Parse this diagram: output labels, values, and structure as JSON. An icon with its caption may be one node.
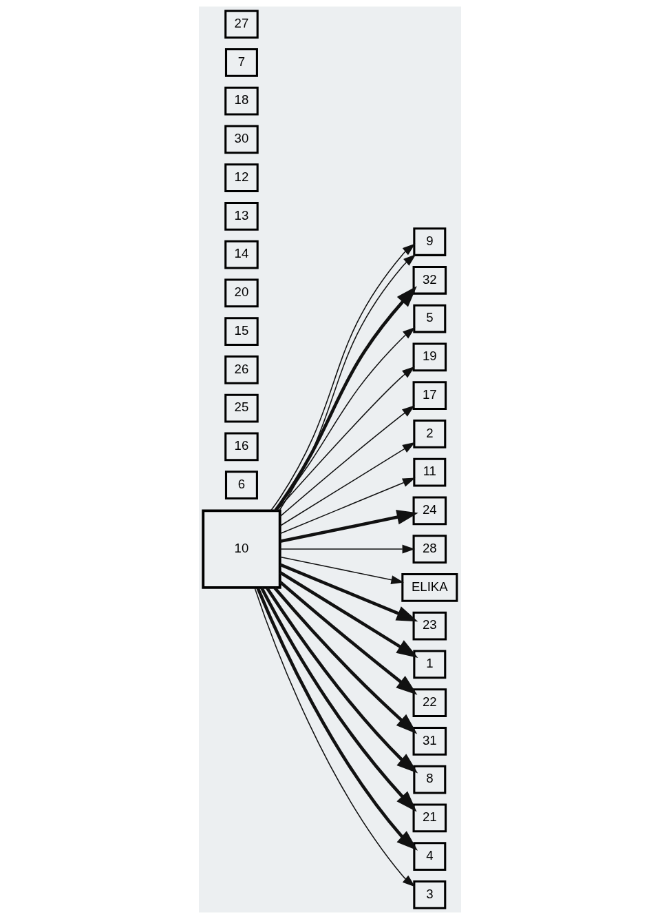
{
  "diagram": {
    "nodes": [
      {
        "text": [
          "9"
        ]
      },
      {
        "text": [
          "32"
        ]
      },
      {
        "text": [
          "6"
        ]
      },
      {
        "text": [
          "16"
        ]
      },
      {
        "text": [
          "25"
        ]
      },
      {
        "text": [
          "26"
        ]
      },
      {
        "text": [
          "15"
        ]
      },
      {
        "text": [
          "20"
        ]
      },
      {
        "text": [
          "14"
        ]
      },
      {
        "text": [
          "5"
        ]
      },
      {
        "text": [
          "13"
        ]
      },
      {
        "text": [
          "19"
        ]
      },
      {
        "text": [
          "12"
        ]
      },
      {
        "text": [
          "30"
        ]
      },
      {
        "text": [
          "18"
        ]
      },
      {
        "text": [
          "17"
        ]
      },
      {
        "text": [
          "7"
        ]
      },
      {
        "text": [
          "2"
        ]
      },
      {
        "text": [
          "27"
        ]
      },
      {
        "text": [
          "11"
        ]
      },
      {
        "text": [
          "24"
        ]
      },
      {
        "text": [
          "28"
        ]
      },
      {
        "text": [
          "ELIKA"
        ]
      },
      {
        "text": [
          "23"
        ]
      },
      {
        "text": [
          "1"
        ]
      },
      {
        "text": [
          "22"
        ]
      },
      {
        "text": [
          "10"
        ]
      },
      {
        "text": [
          "31"
        ]
      },
      {
        "text": [
          "8"
        ]
      },
      {
        "text": [
          "21"
        ]
      },
      {
        "text": [
          "4"
        ]
      },
      {
        "text": [
          "3"
        ]
      }
    ],
    "edges": [
      {
        "from": 26,
        "to": 1,
        "arrow": "to",
        "style": "thick"
      },
      {
        "from": 26,
        "to": 17,
        "arrow": "to"
      },
      {
        "from": 26,
        "to": 19,
        "arrow": "to"
      },
      {
        "from": 26,
        "to": 21,
        "arrow": "to"
      },
      {
        "from": 26,
        "to": 24,
        "arrow": "to",
        "style": "thick"
      },
      {
        "from": 26,
        "to": 22,
        "arrow": "to"
      },
      {
        "from": 26,
        "to": 28,
        "arrow": "to",
        "style": "thick"
      },
      {
        "from": 26,
        "to": 30,
        "arrow": "to",
        "style": "thick"
      },
      {
        "from": 26,
        "to": 31,
        "arrow": "to"
      },
      {
        "from": 26,
        "to": 20,
        "arrow": "to",
        "style": "thick"
      },
      {
        "from": 26,
        "to": 23,
        "arrow": "to",
        "style": "thick"
      },
      {
        "from": 26,
        "to": 25,
        "arrow": "to",
        "style": "thick"
      },
      {
        "from": 26,
        "to": 27,
        "arrow": "to",
        "style": "thick"
      },
      {
        "from": 26,
        "to": 29,
        "arrow": "to",
        "style": "thick"
      },
      {
        "from": 26,
        "to": 15,
        "arrow": "to"
      },
      {
        "from": 26,
        "to": 11,
        "arrow": "to"
      },
      {
        "from": 26,
        "to": 9,
        "arrow": "to"
      },
      {
        "from": 26,
        "to": 0,
        "arrow": "to"
      },
      {
        "from": 26,
        "to": 0,
        "arrow": "to"
      }
    ]
  }
}
